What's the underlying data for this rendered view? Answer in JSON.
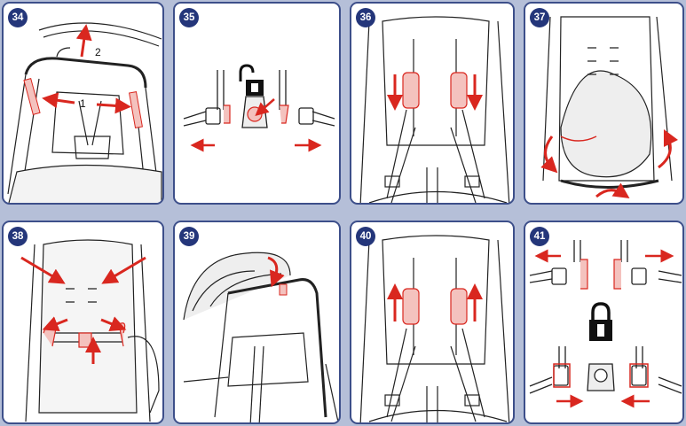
{
  "colors": {
    "step_badge": "#24367a",
    "panel_border": "#3d4f8a",
    "background": "#b5bfd8",
    "arrow_red": "#d9271f",
    "part_pink": "#f4c2be"
  },
  "panels": [
    {
      "step": "34",
      "callouts": [
        "1",
        "2"
      ],
      "icons": [
        "red-arrow-icon"
      ]
    },
    {
      "step": "35",
      "icons": [
        "unlock-icon",
        "red-arrow-icon"
      ]
    },
    {
      "step": "36",
      "icons": [
        "red-arrow-icon"
      ]
    },
    {
      "step": "37",
      "icons": [
        "curved-red-arrow-icon"
      ]
    },
    {
      "step": "38",
      "icons": [
        "red-arrow-icon"
      ]
    },
    {
      "step": "39",
      "icons": [
        "curved-red-arrow-icon"
      ]
    },
    {
      "step": "40",
      "icons": [
        "red-arrow-icon"
      ]
    },
    {
      "step": "41",
      "icons": [
        "lock-icon",
        "red-arrow-icon"
      ]
    }
  ]
}
